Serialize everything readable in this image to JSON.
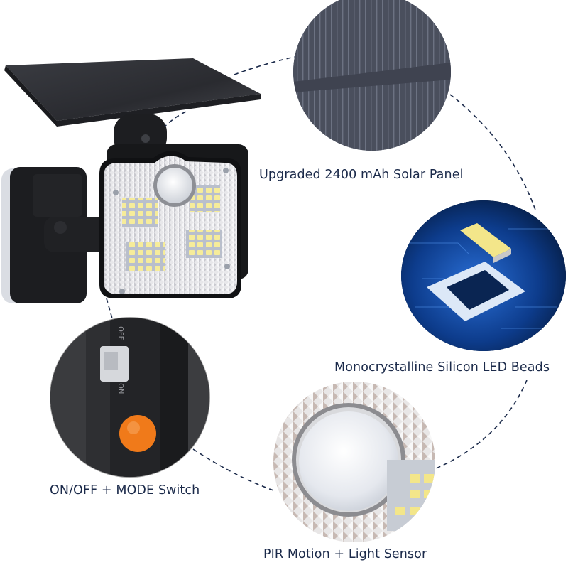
{
  "infographic": {
    "product": "Solar LED flood light with motion sensor",
    "colors": {
      "label_text": "#1b2a4a",
      "dashed_line": "#1b2a4a",
      "background": "#ffffff",
      "led_yellow": "#f3e68a",
      "pcb_blue": "#0d3c8c",
      "mode_button_orange": "#f07a1a"
    },
    "callouts": [
      {
        "id": "solar-panel",
        "label": "Upgraded 2400 mAh Solar Panel",
        "image": "solar-panel-closeup"
      },
      {
        "id": "led-beads",
        "label": "Monocrystalline Silicon LED Beads",
        "image": "led-chip-on-circuit-board"
      },
      {
        "id": "switch",
        "label": "ON/OFF + MODE Switch",
        "image": "switch-and-orange-mode-button",
        "switch_text_off": "OFF",
        "switch_text_on": "ON"
      },
      {
        "id": "pir-sensor",
        "label": "PIR Motion + Light Sensor",
        "image": "pir-sensor-dome"
      }
    ]
  }
}
